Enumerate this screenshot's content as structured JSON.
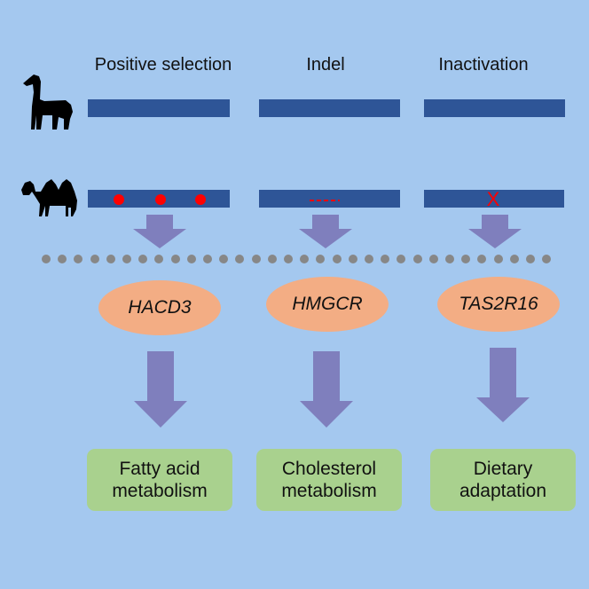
{
  "columns": [
    {
      "title": "Positive selection",
      "gene": "HACD3",
      "outcome_line1": "Fatty acid",
      "outcome_line2": "metabolism"
    },
    {
      "title": "Indel",
      "gene": "HMGCR",
      "outcome_line1": "Cholesterol",
      "outcome_line2": "metabolism"
    },
    {
      "title": "Inactivation",
      "gene": "TAS2R16",
      "outcome_line1": "Dietary",
      "outcome_line2": "adaptation"
    }
  ],
  "inactivation_mark": "X",
  "icons": [
    "alpaca-icon",
    "camel-icon"
  ],
  "colors": {
    "background": "#a4c8ef",
    "bar": "#2e5597",
    "arrow": "#7f7fbd",
    "gene": "#f3ad84",
    "outcome": "#a9d18e",
    "mutation": "#ff0000",
    "dots": "#878787"
  }
}
